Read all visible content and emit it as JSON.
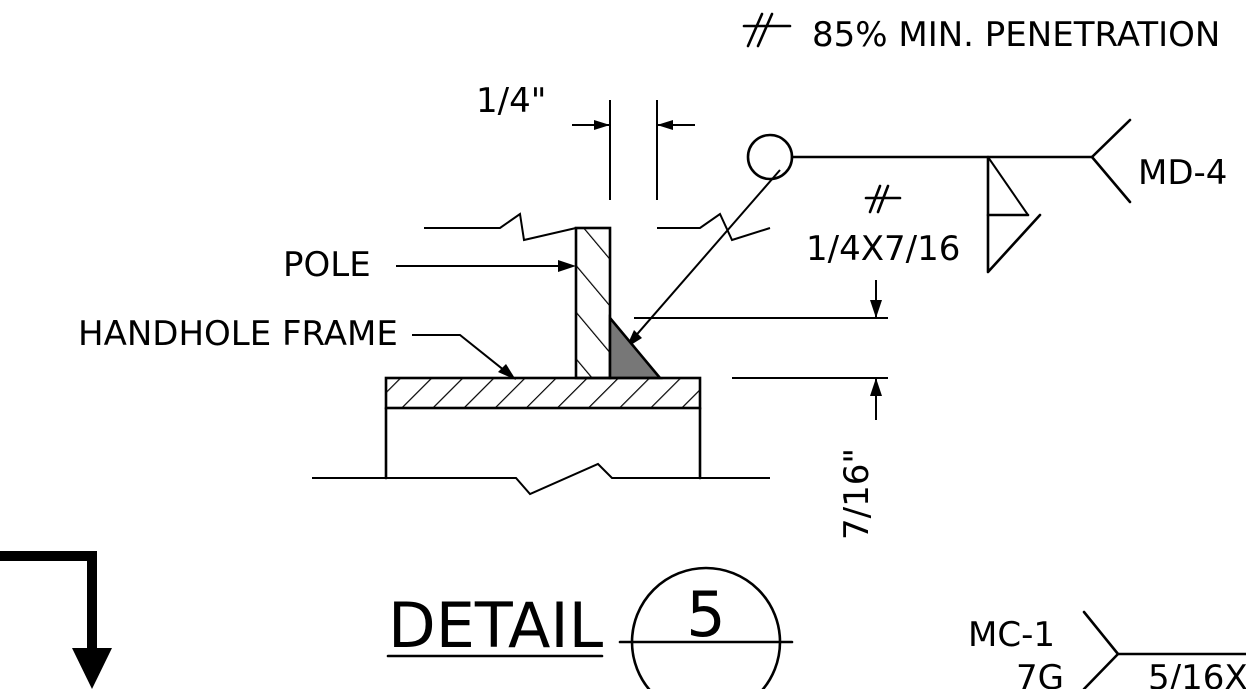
{
  "labels": {
    "penetration": "85% MIN. PENETRATION",
    "quarter_inch": "1/4\"",
    "weld_code_top": "MD-4",
    "weld_size": "1/4X7/16",
    "pole": "POLE",
    "handhole_frame": "HANDHOLE FRAME",
    "seven_sixteenths": "7/16\"",
    "detail_word": "DETAIL",
    "detail_number": "5",
    "weld_code_bottom": "MC-1",
    "weld_code_bottom_sub": "7G",
    "weld_size_bottom": "5/16X"
  },
  "icons": {
    "penetration_symbol": "double-slash-icon",
    "weld_all_around": "circle-icon",
    "fillet_weld": "triangle-icon",
    "tail": "chevron-icon"
  },
  "colors": {
    "ink": "#000000",
    "background": "#ffffff",
    "weld_fill": "#777777"
  }
}
